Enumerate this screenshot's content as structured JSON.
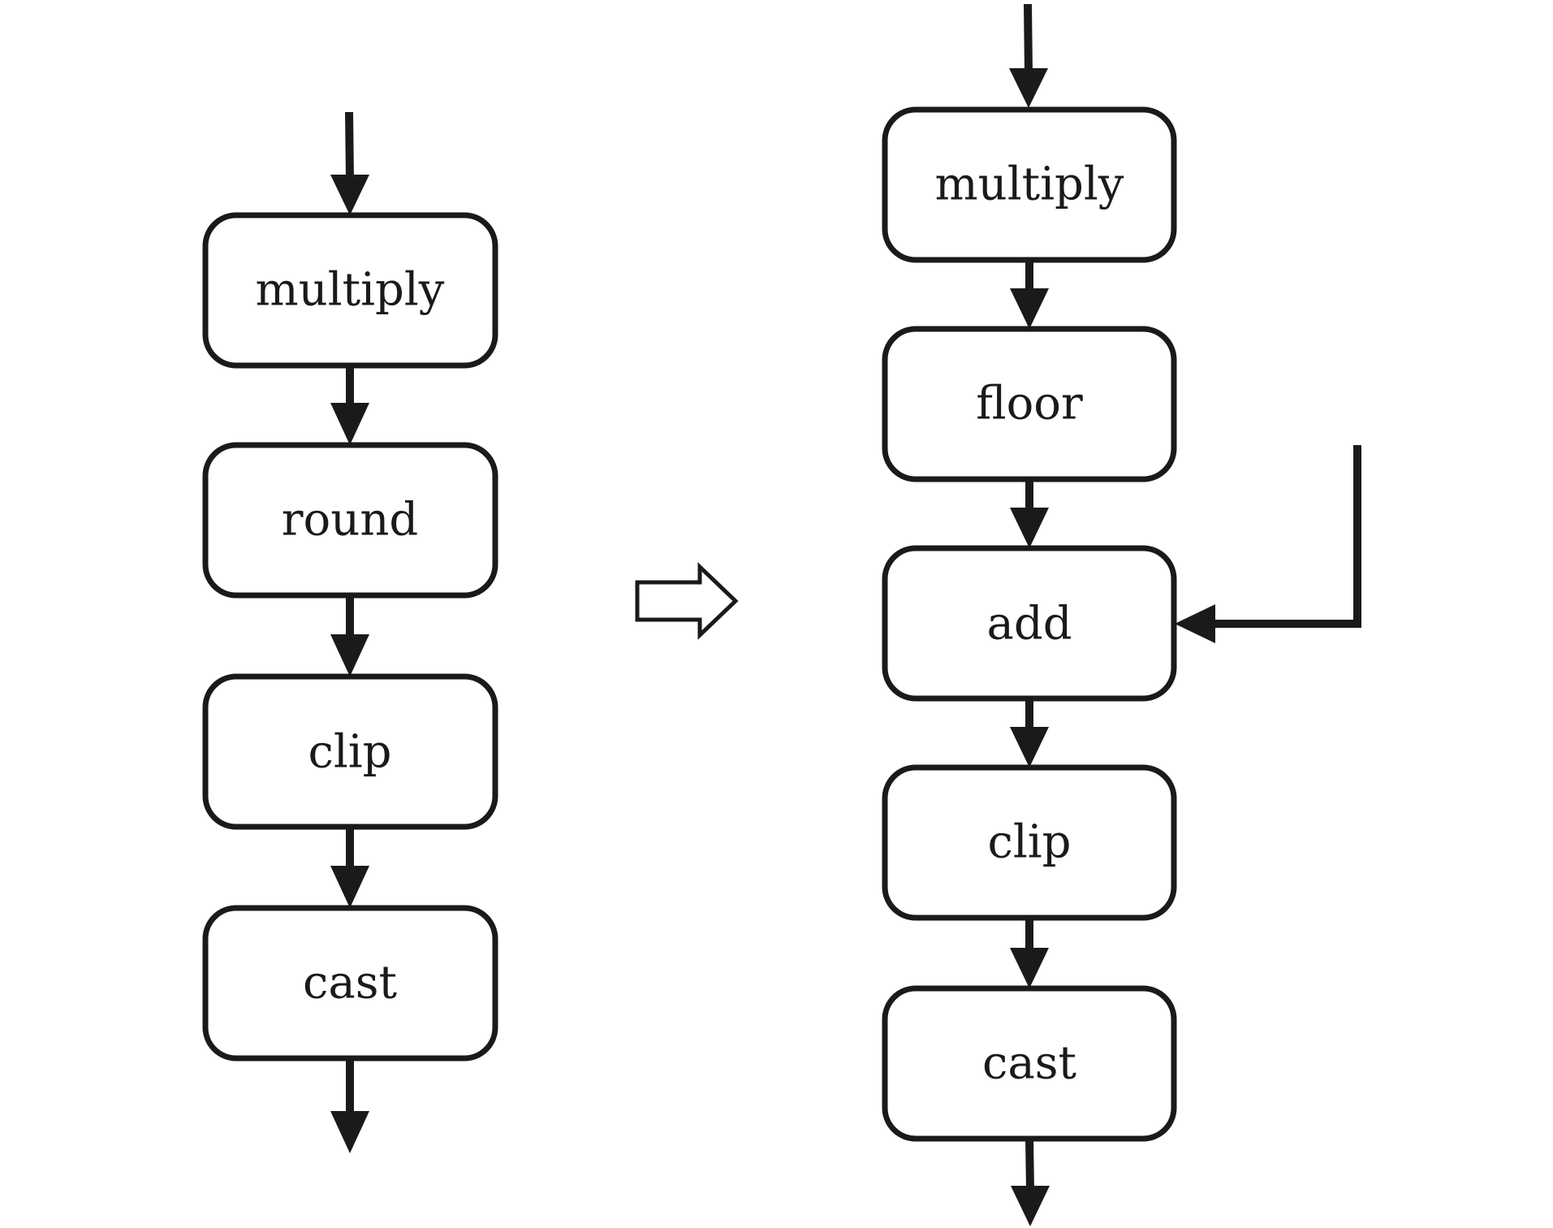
{
  "colors": {
    "stroke": "#1a1a1a",
    "background": "#ffffff"
  },
  "left_pipeline": {
    "nodes": [
      {
        "label": "multiply"
      },
      {
        "label": "round"
      },
      {
        "label": "clip"
      },
      {
        "label": "cast"
      }
    ]
  },
  "transform": {
    "icon": "hollow-right-arrow-icon"
  },
  "right_pipeline": {
    "nodes": [
      {
        "label": "multiply"
      },
      {
        "label": "floor"
      },
      {
        "label": "add"
      },
      {
        "label": "clip"
      },
      {
        "label": "cast"
      }
    ]
  }
}
